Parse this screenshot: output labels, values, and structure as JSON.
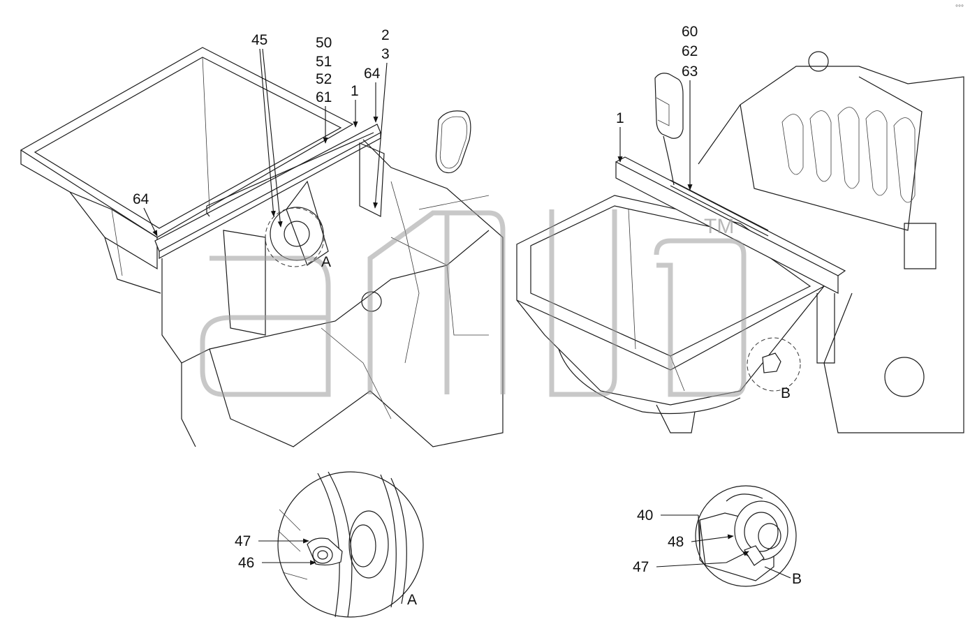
{
  "callouts_left": {
    "c45": "45",
    "c50": "50",
    "c51": "51",
    "c52": "52",
    "c61": "61",
    "c1": "1",
    "c64_top": "64",
    "c2": "2",
    "c3": "3",
    "c64_left": "64",
    "cA": "A"
  },
  "callouts_right": {
    "c60": "60",
    "c62": "62",
    "c63": "63",
    "c1": "1",
    "cB": "B"
  },
  "detail_a": {
    "c47": "47",
    "c46": "46",
    "title": "A"
  },
  "detail_b": {
    "c40": "40",
    "c48": "48",
    "c47": "47",
    "title": "B"
  },
  "watermark": {
    "tm": "TM",
    "corner": "°°°"
  }
}
